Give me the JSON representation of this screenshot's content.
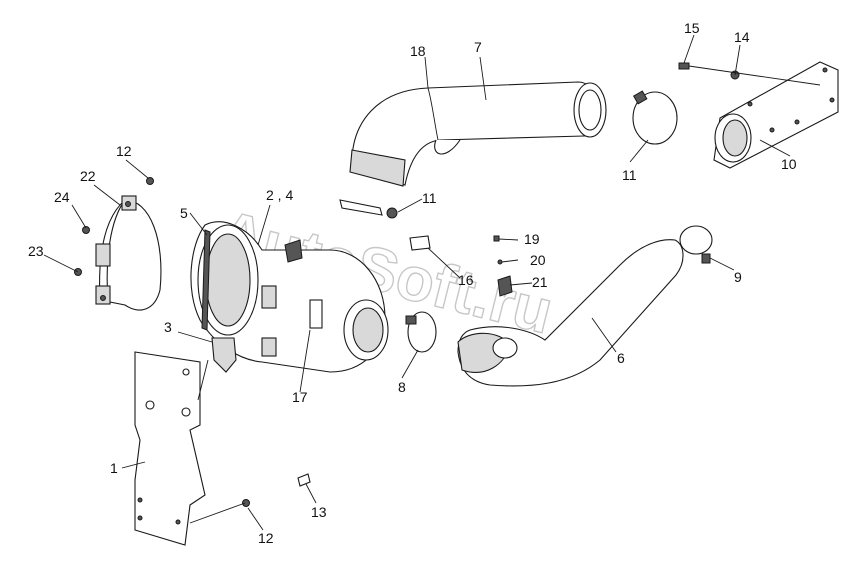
{
  "diagram": {
    "watermark": "AutoSoft.ru",
    "callouts": {
      "c1": "1",
      "c2_4": "2 , 4",
      "c3": "3",
      "c5": "5",
      "c6": "6",
      "c7": "7",
      "c8": "8",
      "c9": "9",
      "c10": "10",
      "c11a": "11",
      "c11b": "11",
      "c12a": "12",
      "c12b": "12",
      "c13": "13",
      "c14": "14",
      "c15": "15",
      "c16": "16",
      "c17": "17",
      "c18": "18",
      "c19": "19",
      "c20": "20",
      "c21": "21",
      "c22": "22",
      "c23": "23",
      "c24": "24"
    }
  }
}
